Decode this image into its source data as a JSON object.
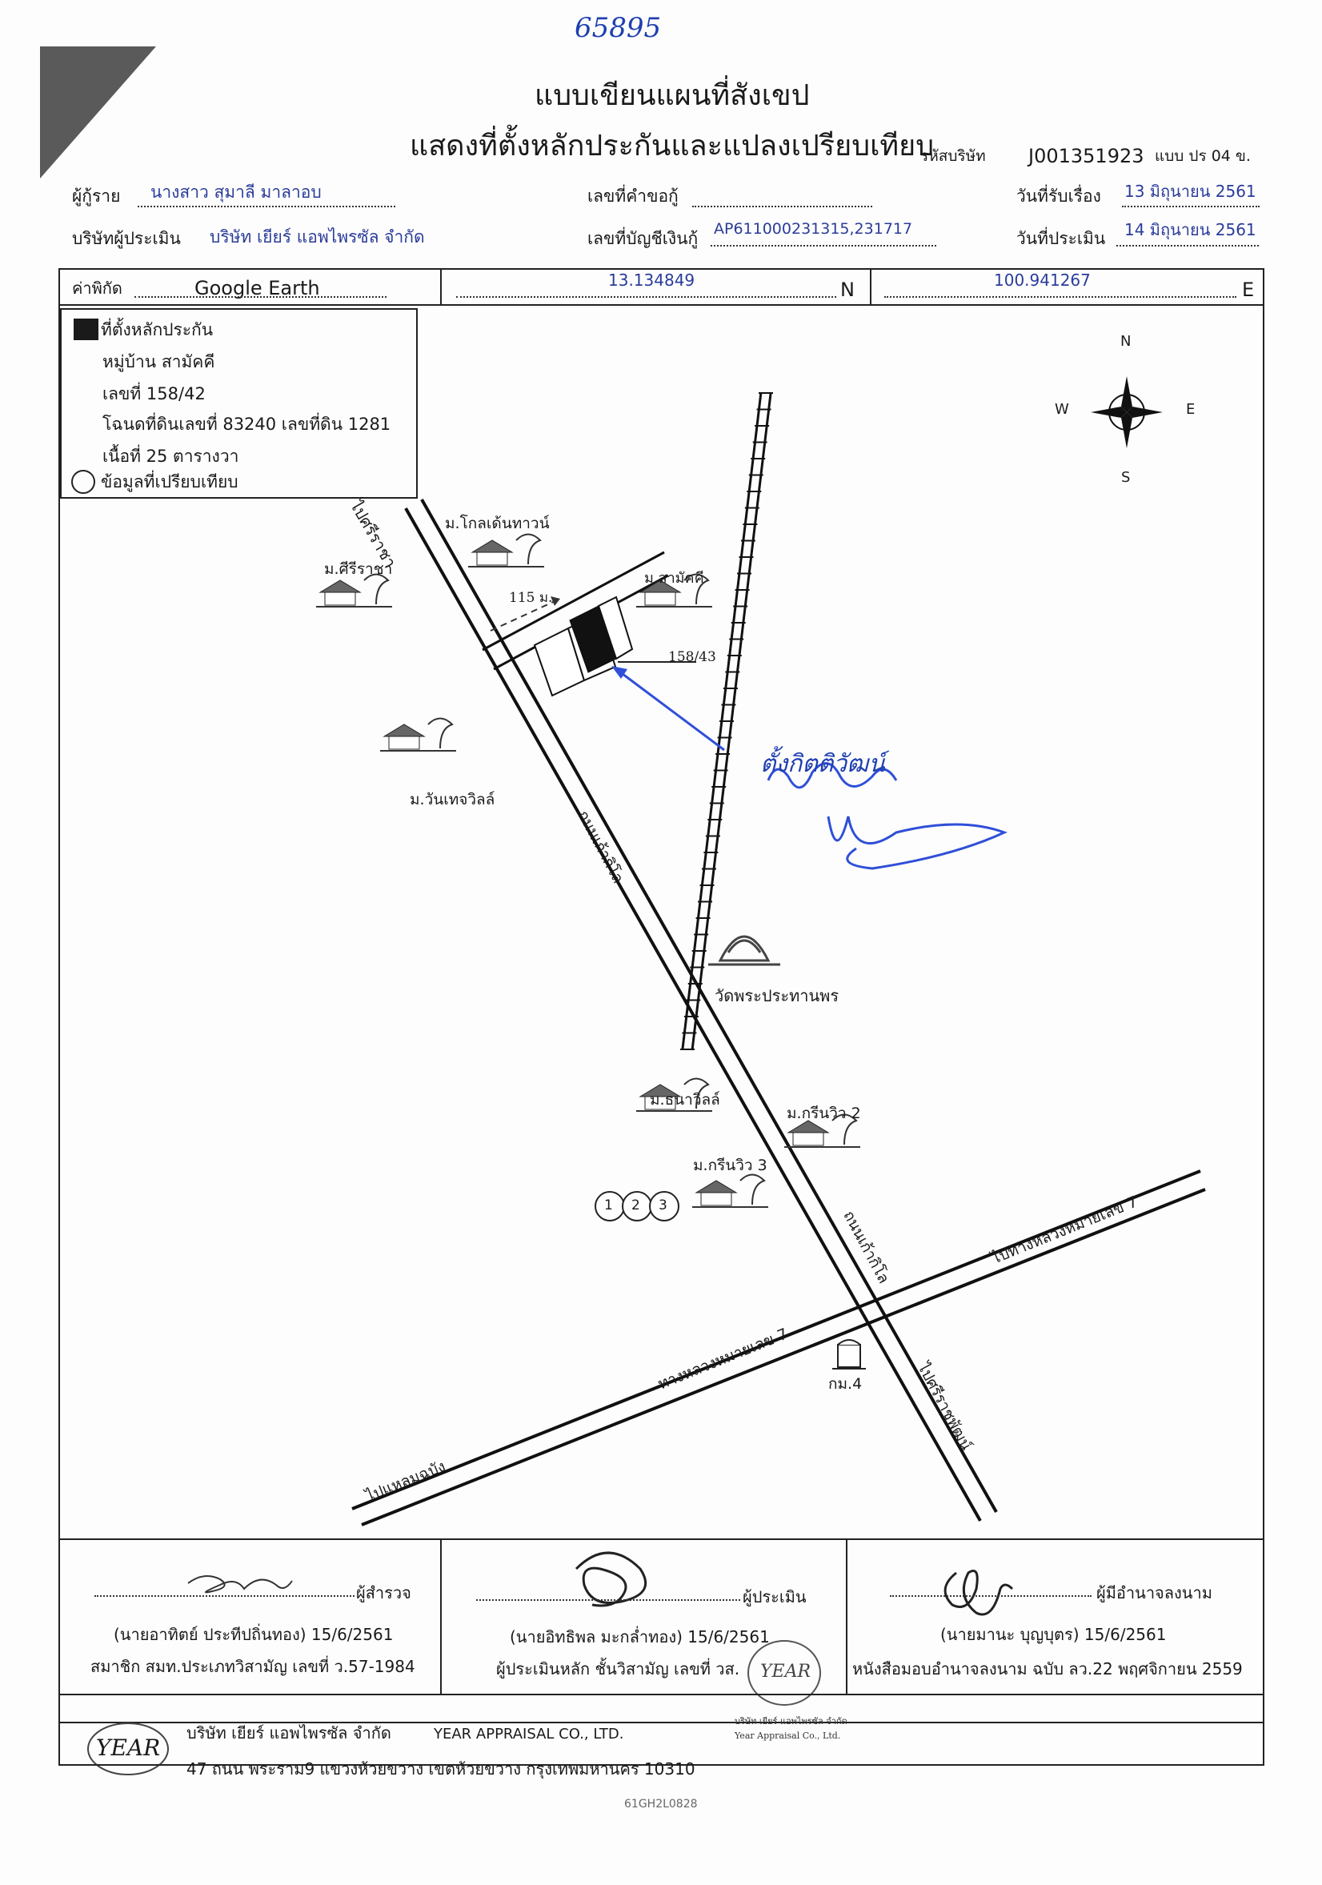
{
  "doc_number": "65895",
  "title_line1": "แบบเขียนแผนที่สังเขป",
  "title_line2": "แสดงที่ตั้งหลักประกันและแปลงเปรียบเทียบ",
  "company_code_label": "รหัสบริษัท",
  "company_code": "J001351923",
  "form_label": "แบบ ปร 04 ข.",
  "borrower_label": "ผู้กู้ราย",
  "borrower": "นางสาว สุมาลี มาลาอบ",
  "request_no_label": "เลขที่คำขอกู้",
  "request_no": "",
  "received_label": "วันที่รับเรื่อง",
  "received_date": "13 มิถุนายน 2561",
  "appraiser_company_label": "บริษัทผู้ประเมิน",
  "appraiser_company": "บริษัท เยียร์ แอพไพรซัล จำกัด",
  "account_label": "เลขที่บัญชีเงินกู้",
  "account_no": "AP611000231315,231717",
  "appraised_label": "วันที่ประเมิน",
  "appraised_date": "14 มิถุนายน 2561",
  "coord": {
    "label": "ค่าพิกัด",
    "source": "Google Earth",
    "lat": "13.134849",
    "lat_suffix": "N",
    "lon": "100.941267",
    "lon_suffix": "E"
  },
  "legend": {
    "collateral_title": "ที่ตั้งหลักประกัน",
    "village": "หมู่บ้าน สามัคคี",
    "house_no": "เลขที่ 158/42",
    "deed": "โฉนดที่ดินเลขที่ 83240 เลขที่ดิน 1281",
    "area": "เนื้อที่ 25 ตารางวา",
    "comparison": "ข้อมูลที่เปรียบเทียบ"
  },
  "compass": {
    "n": "N",
    "s": "S",
    "e": "E",
    "w": "W"
  },
  "map": {
    "road_sriracha": "ไปศรีราชา",
    "village_golden": "ม.โกลเด้นทาวน์",
    "village_sriracha": "ม.ศีรีราชา",
    "village_samakkhi": "ม.สามัคคี",
    "distance": "115 ม.",
    "neighbor_no": "158/43",
    "village_winthe": "ม.วันเทจวิลล์",
    "road_khao_kao": "ถนนเก้ากิโล",
    "temple": "วัดพระประทานพร",
    "village_thana": "ม.ธนาวิลล์",
    "village_green2": "ม.กรีนวิว 2",
    "village_green3": "ม.กรีนวิว 3",
    "comp_numbers": [
      "1",
      "2",
      "3"
    ],
    "road_khao_kao_2": "ถนนเก้ากิโล",
    "to_highway7": "ไปทางหลวงหมายเลข 7",
    "highway7": "ทางหลวงหมายเลข 7",
    "km": "กม.4",
    "to_laem_chabang": "ไปแหลมฉบัง",
    "to_si_racha_phat": "ไปศรีราชพัฒน์",
    "handwriting": "ตั้งกิตติวัฒน์"
  },
  "signatures": {
    "surveyor_role": "ผู้สำรวจ",
    "surveyor_name": "(นายอาทิตย์ ประทีปถิ่นทอง) 15/6/2561",
    "surveyor_member": "สมาชิก สมท.ประเภทวิสามัญ เลขที่ ว.57-1984",
    "appraiser_role": "ผู้ประเมิน",
    "appraiser_name": "(นายอิทธิพล มะกล่ำทอง) 15/6/2561",
    "appraiser_member": "ผู้ประเมินหลัก ชั้นวิสามัญ เลขที่ วส.",
    "authorized_role": "ผู้มีอำนาจลงนาม",
    "authorized_name": "(นายมานะ บุญบุตร) 15/6/2561",
    "authorized_doc": "หนังสือมอบอำนาจลงนาม ฉบับ ลว.22 พฤศจิกายน 2559"
  },
  "footer": {
    "logo": "YEAR",
    "company": "บริษัท เยียร์ แอพไพรซัล จำกัด",
    "company_en": "YEAR APPRAISAL CO., LTD.",
    "address": "47 ถนน พระราม9 แขวงห้วยขวาง เขตห้วยขวาง กรุงเทพมหานคร 10310",
    "ref": "61GH2L0828",
    "stamp_th": "บริษัท เยียร์ แอพไพรซัล จำกัด",
    "stamp_en": "Year Appraisal Co., Ltd."
  }
}
